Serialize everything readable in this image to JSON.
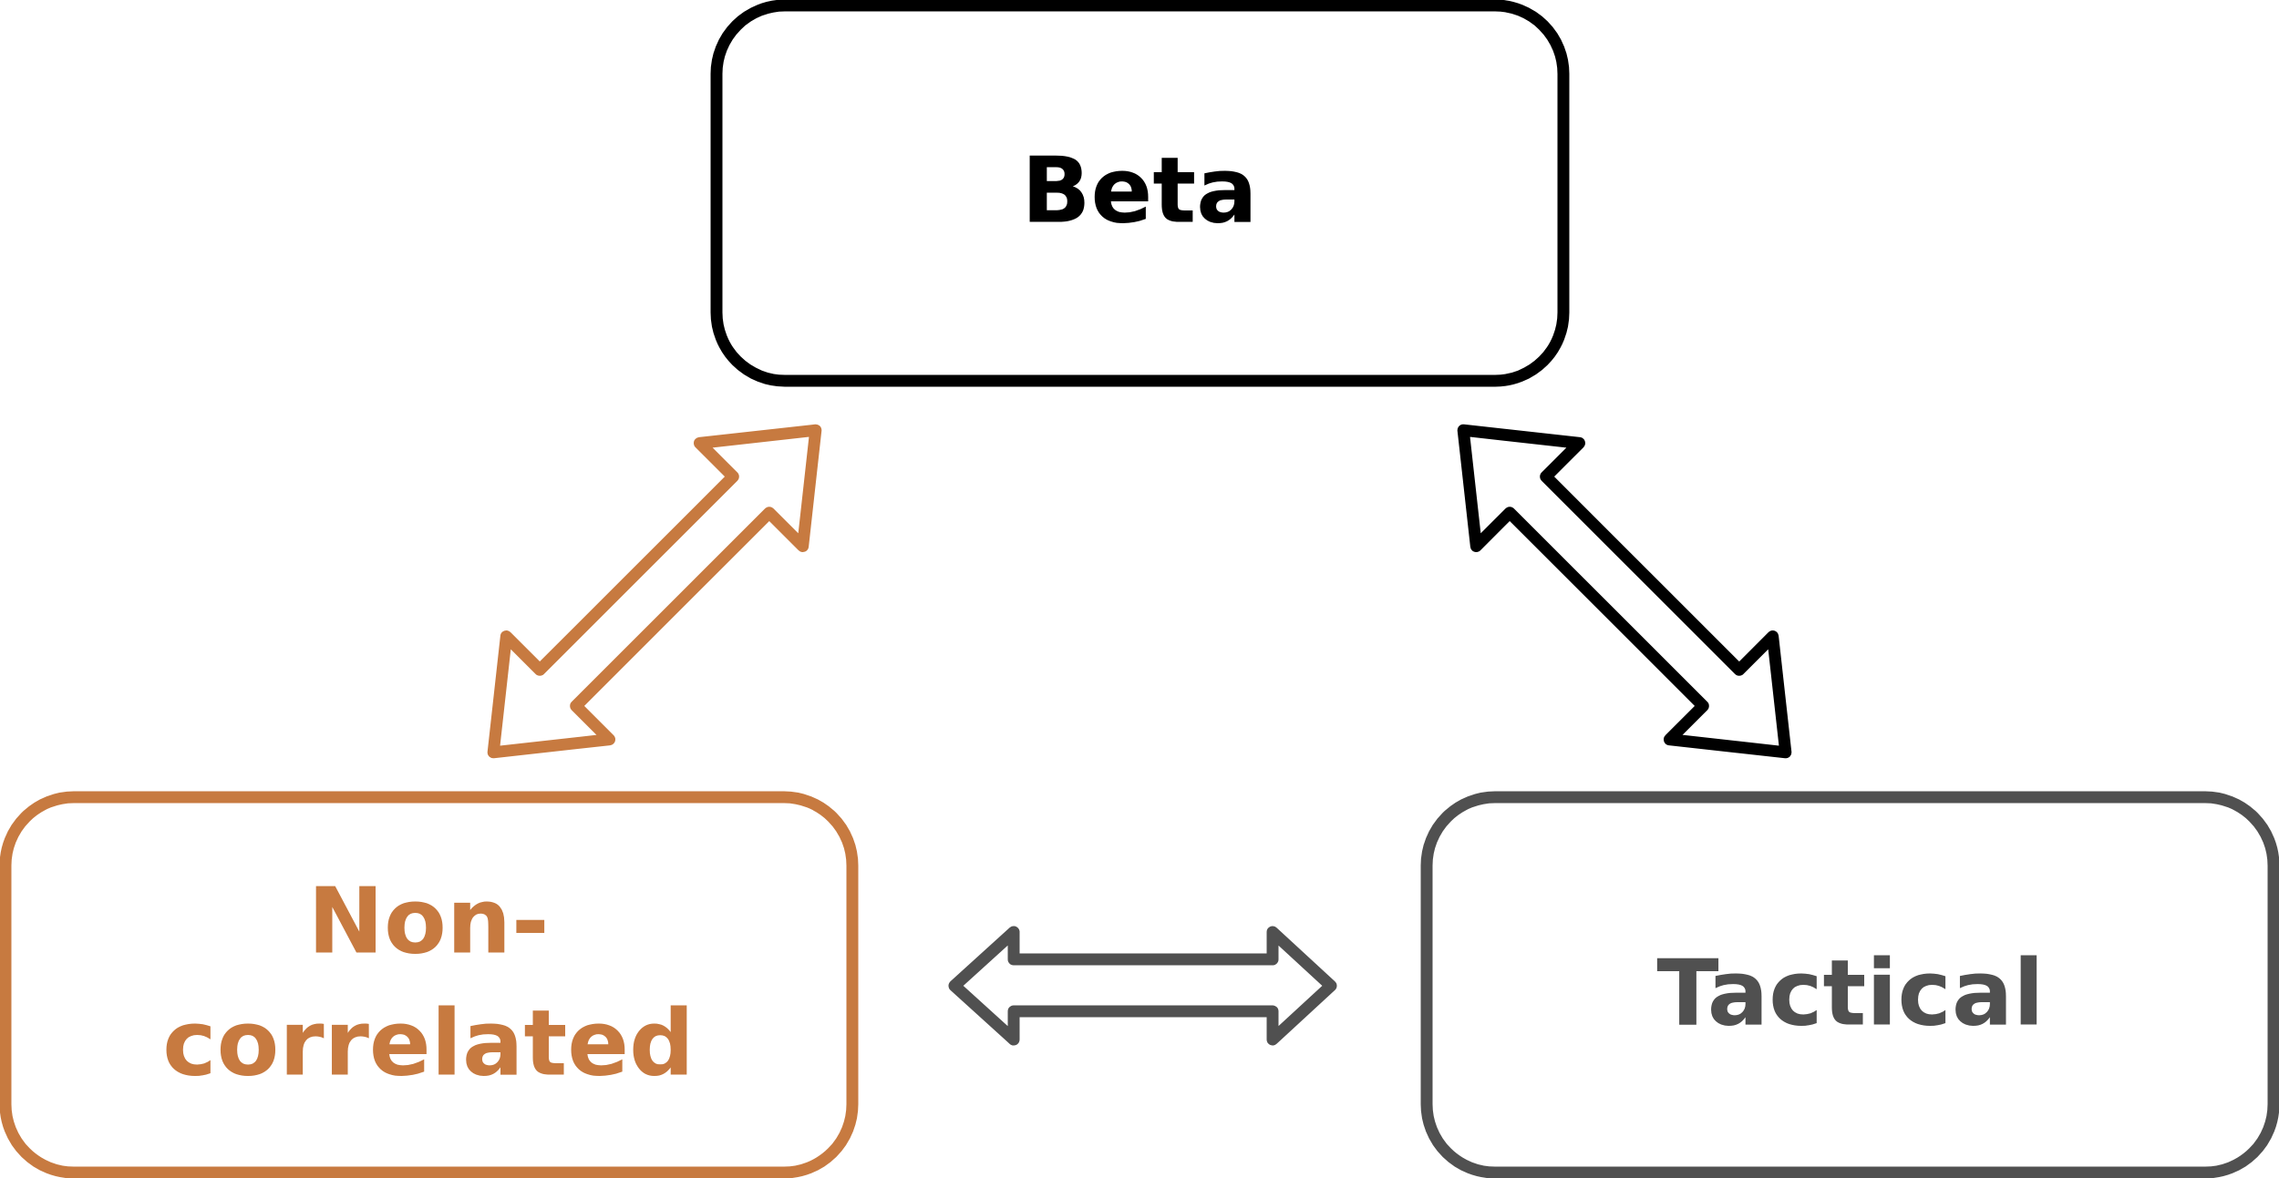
{
  "nodes": {
    "beta": {
      "label": "Beta",
      "color": "#000000"
    },
    "noncorrelated": {
      "label_line1": "Non-",
      "label_line2": "correlated",
      "color": "#C77A40"
    },
    "tactical": {
      "label": "Tactical",
      "color": "#505050"
    }
  },
  "connectors": {
    "beta_noncorrelated": {
      "color": "#C77A40",
      "icon": "double-arrow-diagonal"
    },
    "beta_tactical": {
      "color": "#000000",
      "icon": "double-arrow-diagonal"
    },
    "noncorrelated_tactical": {
      "color": "#505050",
      "icon": "double-arrow-horizontal"
    }
  }
}
